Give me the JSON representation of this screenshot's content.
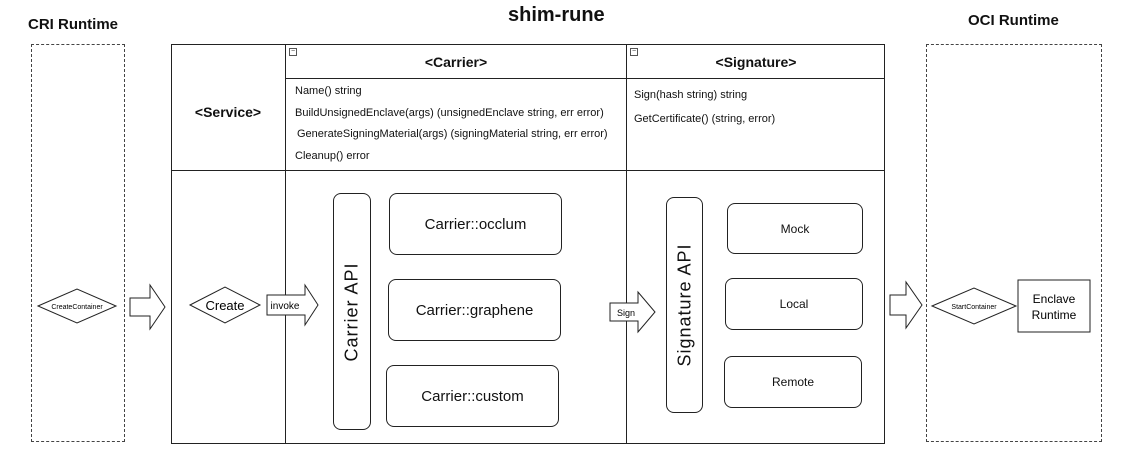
{
  "titles": {
    "cri_runtime": "CRI Runtime",
    "shim_rune": "shim-rune",
    "oci_runtime": "OCI Runtime"
  },
  "service": {
    "label": "<Service>"
  },
  "carrier": {
    "header": "<Carrier>",
    "methods": [
      "Name() string",
      "BuildUnsignedEnclave(args) (unsignedEnclave string, err error)",
      "GenerateSigningMaterial(args) (signingMaterial string, err error)",
      "Cleanup() error"
    ],
    "api_label": "Carrier API",
    "implementations": [
      "Carrier::occlum",
      "Carrier::graphene",
      "Carrier::custom"
    ]
  },
  "signature": {
    "header": "<Signature>",
    "methods": [
      "Sign(hash string) string",
      "GetCertificate() (string, error)"
    ],
    "api_label": "Signature API",
    "implementations": [
      "Mock",
      "Local",
      "Remote"
    ]
  },
  "flow": {
    "create_container": "CreateContainer",
    "create": "Create",
    "invoke": "invoke",
    "sign": "Sign",
    "start_container": "StartContainer",
    "enclave_runtime_line1": "Enclave",
    "enclave_runtime_line2": "Runtime"
  },
  "icons": {
    "collapse_glyph": "−"
  }
}
